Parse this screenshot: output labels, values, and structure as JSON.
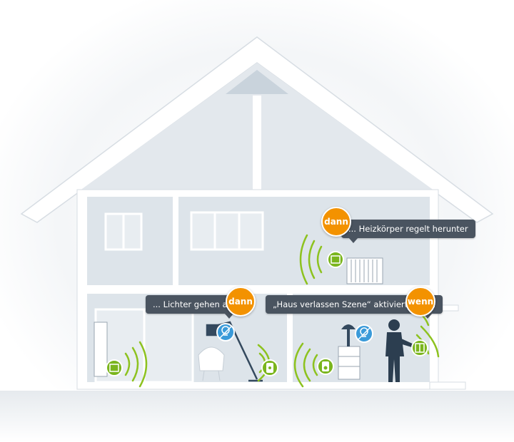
{
  "colors": {
    "wall": "#ffffff",
    "room": "#dde4ea",
    "room_shadow": "#c9d2da",
    "accent_green": "#8dc21f",
    "device_green": "#7ab51d",
    "badge_orange": "#f39200",
    "callout_bg": "#4a5460",
    "bulb_blue": "#3a9ad9",
    "person": "#2c3e50"
  },
  "callouts": {
    "heating_action": "... Heizkörper regelt herunter",
    "lights_action": "... Lichter gehen aus",
    "scene_trigger": "„Haus verlassen Szene“ aktiviert wird..."
  },
  "badges": {
    "dann_1": "dann",
    "dann_2": "dann",
    "wenn": "wenn"
  },
  "icons": [
    "wireless-signal-icon",
    "radiator-thermostat-icon",
    "smart-plug-icon",
    "motion-sensor-icon",
    "bulb-off-icon",
    "wall-switch-icon"
  ]
}
